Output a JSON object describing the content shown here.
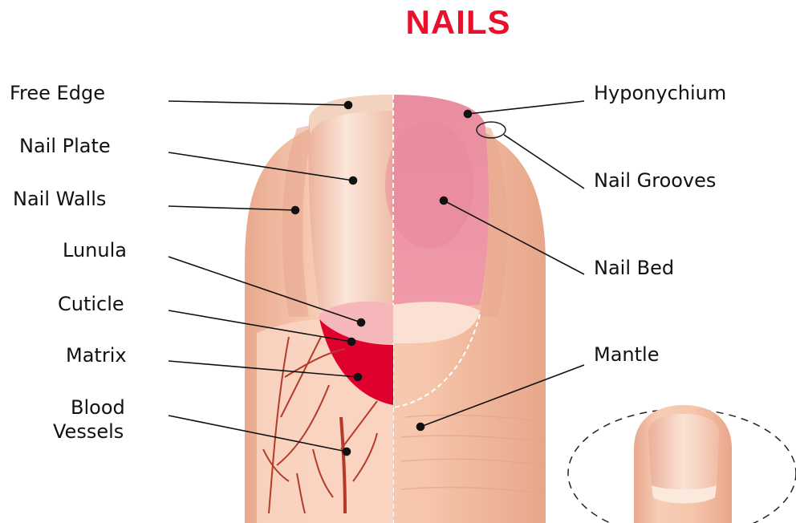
{
  "title": "NAILS",
  "labels_left": {
    "free_edge": "Free Edge",
    "nail_plate": "Nail Plate",
    "nail_walls": "Nail Walls",
    "lunula": "Lunula",
    "cuticle": "Cuticle",
    "matrix": "Matrix",
    "blood_vessels_1": "Blood",
    "blood_vessels_2": "Vessels"
  },
  "labels_right": {
    "hyponychium": "Hyponychium",
    "nail_grooves": "Nail Grooves",
    "nail_bed": "Nail Bed",
    "mantle": "Mantle"
  },
  "colors": {
    "title": "#e8102a",
    "skin": "#f6c8ae",
    "nail_bed": "#ec8fa0",
    "matrix": "#e0002e",
    "vessels": "#b53a2a"
  }
}
